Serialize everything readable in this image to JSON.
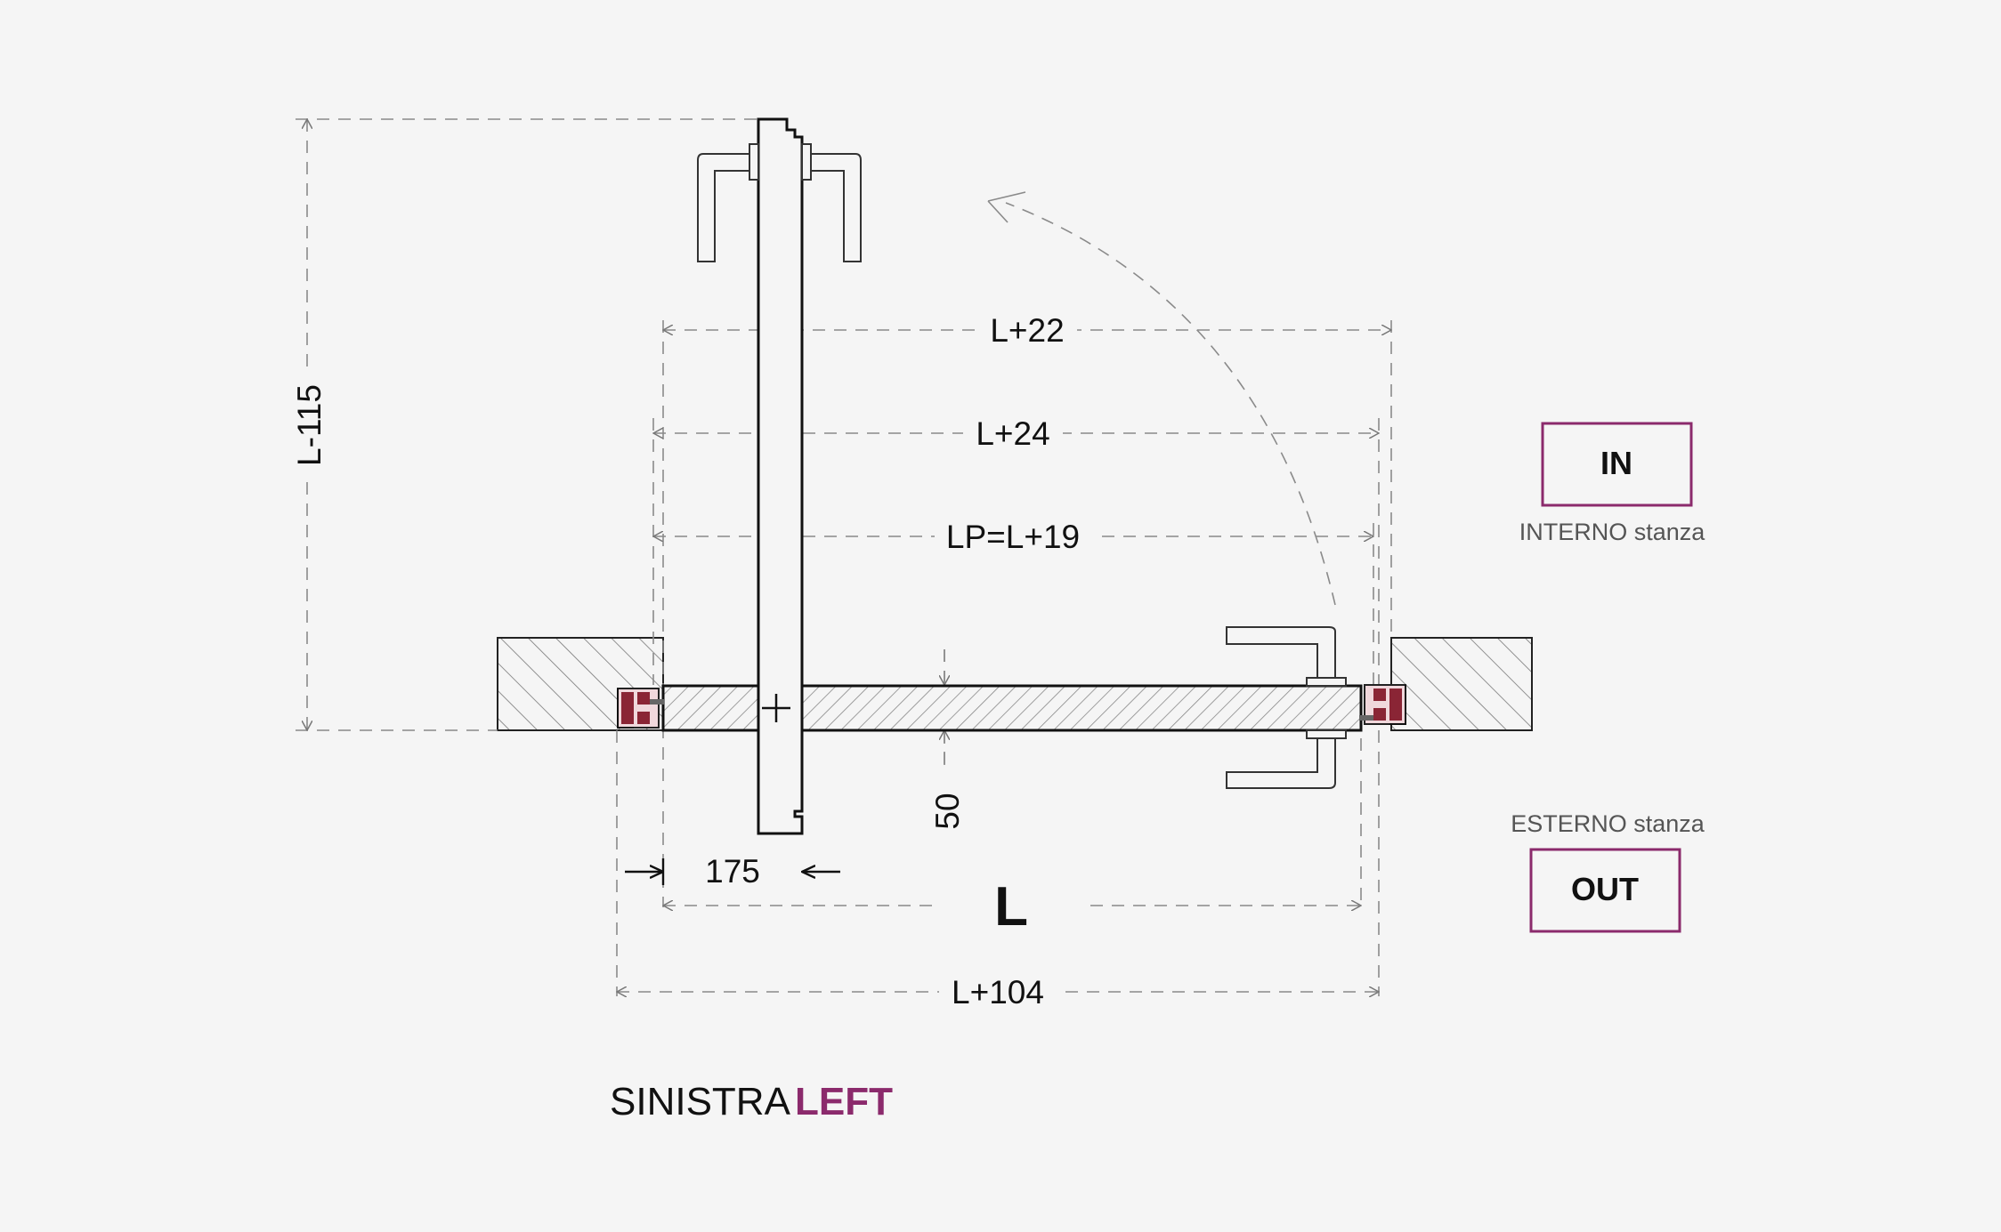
{
  "dimensions": {
    "l_plus_22": "L+22",
    "l_plus_24": "L+24",
    "lp": "LP=L+19",
    "l_minus_115": "L-115",
    "thickness": "50",
    "offset": "175",
    "width": "L",
    "l_plus_104": "L+104"
  },
  "sides": {
    "in_label": "IN",
    "in_caption": "INTERNO stanza",
    "out_label": "OUT",
    "out_caption": "ESTERNO stanza"
  },
  "caption": {
    "word": "SINISTRA",
    "word_en": "LEFT"
  },
  "colors": {
    "accent": "#8b2a6c",
    "frame_red": "#8a2535",
    "line": "#111111",
    "dash": "#8a8a8a",
    "background": "#f5f5f5"
  }
}
